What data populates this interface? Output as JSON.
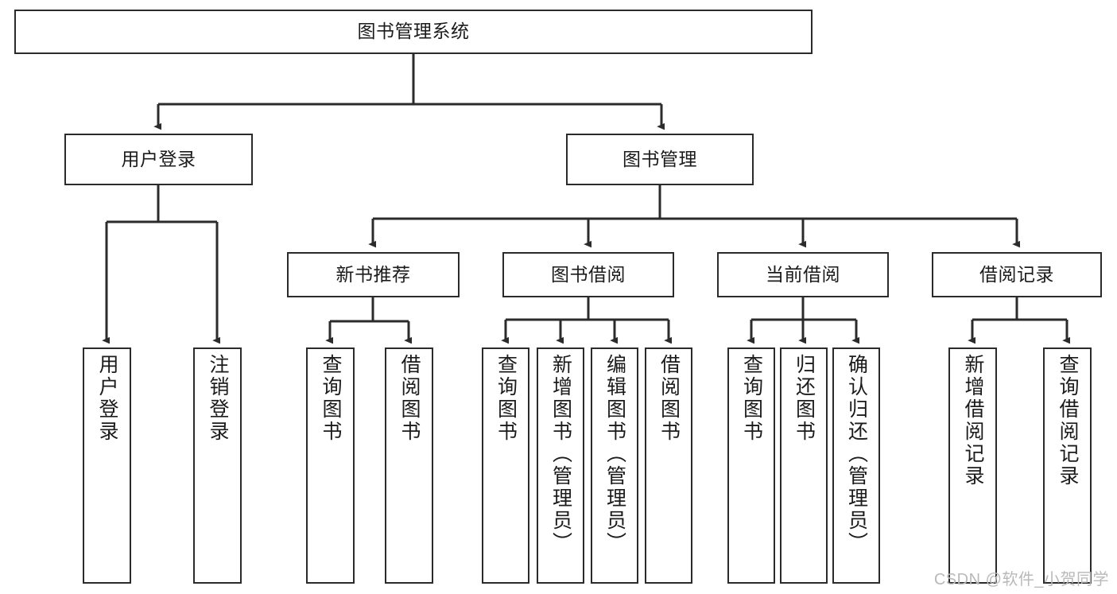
{
  "diagram": {
    "title": "图书管理系统",
    "type": "tree",
    "watermark": "CSDN @软件_小贺同学",
    "colors": {
      "stroke": "#2b2b2b",
      "fill": "#ffffff",
      "text": "#1b1b1b",
      "watermark": "#b9b9b9"
    },
    "levels": {
      "root": {
        "label": "图书管理系统"
      },
      "level2": [
        {
          "label": "用户登录"
        },
        {
          "label": "图书管理"
        }
      ],
      "level3": [
        {
          "label": "新书推荐"
        },
        {
          "label": "图书借阅"
        },
        {
          "label": "当前借阅"
        },
        {
          "label": "借阅记录"
        }
      ],
      "leaves": {
        "user_login": [
          {
            "label": "用户登录"
          },
          {
            "label": "注销登录"
          }
        ],
        "new_book": [
          {
            "label": "查询图书"
          },
          {
            "label": "借阅图书"
          }
        ],
        "book_borrow": [
          {
            "label": "查询图书"
          },
          {
            "label": "新增图书（管理员）"
          },
          {
            "label": "编辑图书（管理员）"
          },
          {
            "label": "借阅图书"
          }
        ],
        "current_borrow": [
          {
            "label": "查询图书"
          },
          {
            "label": "归还图书"
          },
          {
            "label": "确认归还（管理员）"
          }
        ],
        "borrow_record": [
          {
            "label": "新增借阅记录"
          },
          {
            "label": "查询借阅记录"
          }
        ]
      }
    }
  }
}
